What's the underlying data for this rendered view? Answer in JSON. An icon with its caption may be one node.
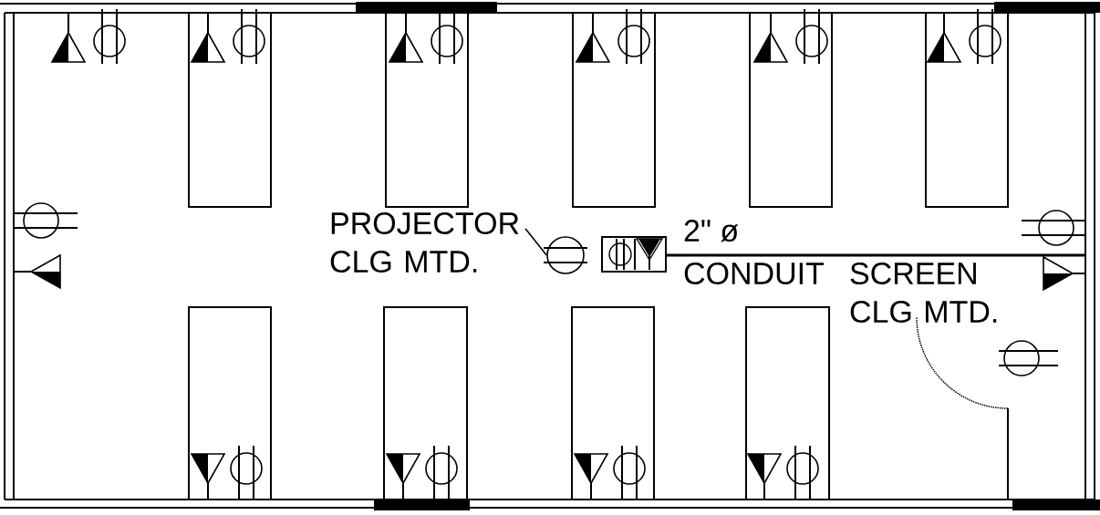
{
  "diagram": {
    "nodes": [
      {
        "text": [
          "PROJECTOR CLG MTD."
        ]
      },
      {
        "text": [],
        "shape": "circle"
      }
    ],
    "edges": [
      {
        "from": 0,
        "to": 1,
        "arrow": "none"
      }
    ],
    "labels": [
      "2\" ø",
      "CONDUIT",
      "SCREEN CLG MTD."
    ]
  }
}
